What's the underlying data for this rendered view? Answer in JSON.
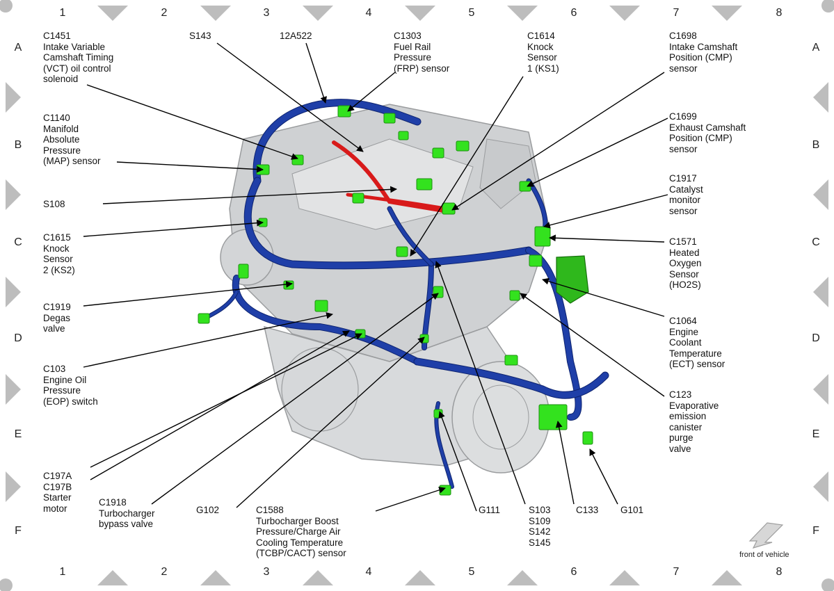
{
  "grid": {
    "columns": [
      "1",
      "2",
      "3",
      "4",
      "5",
      "6",
      "7",
      "8"
    ],
    "rows": [
      "A",
      "B",
      "C",
      "D",
      "E",
      "F"
    ]
  },
  "colors": {
    "harness": "#1f3fa8",
    "harness_dark": "#0e2470",
    "connector": "#33e21e",
    "red_harness": "#d81a1a",
    "engine": "#cfd1d3",
    "engine_dark": "#9a9c9e",
    "frame": "#bdbdbd",
    "leader": "#000000"
  },
  "labels": [
    {
      "id": "c1451",
      "text": "C1451\nIntake Variable\nCamshaft Timing\n(VCT) oil control\nsolenoid"
    },
    {
      "id": "s143",
      "text": "S143"
    },
    {
      "id": "12a522",
      "text": "12A522"
    },
    {
      "id": "c1303",
      "text": "C1303\nFuel Rail\nPressure\n(FRP) sensor"
    },
    {
      "id": "c1614",
      "text": "C1614\nKnock\nSensor\n1 (KS1)"
    },
    {
      "id": "c1698",
      "text": "C1698\nIntake Camshaft\nPosition (CMP)\nsensor"
    },
    {
      "id": "c1140",
      "text": "C1140\nManifold\nAbsolute\nPressure\n(MAP) sensor"
    },
    {
      "id": "c1699",
      "text": "C1699\nExhaust Camshaft\nPosition (CMP)\nsensor"
    },
    {
      "id": "c1917",
      "text": "C1917\nCatalyst\nmonitor\nsensor"
    },
    {
      "id": "s108",
      "text": "S108"
    },
    {
      "id": "c1615",
      "text": "C1615\nKnock\nSensor\n2 (KS2)"
    },
    {
      "id": "c1571",
      "text": "C1571\nHeated\nOxygen\nSensor\n(HO2S)"
    },
    {
      "id": "c1919",
      "text": "C1919\nDegas\nvalve"
    },
    {
      "id": "c1064",
      "text": "C1064\nEngine\nCoolant\nTemperature\n(ECT) sensor"
    },
    {
      "id": "c103",
      "text": "C103\nEngine Oil\nPressure\n(EOP) switch"
    },
    {
      "id": "c123",
      "text": "C123\nEvaporative\nemission\ncanister\npurge\nvalve"
    },
    {
      "id": "c197",
      "text": "C197A\nC197B\nStarter\nmotor"
    },
    {
      "id": "c1918",
      "text": "C1918\nTurbocharger\nbypass valve"
    },
    {
      "id": "g102",
      "text": "G102"
    },
    {
      "id": "c1588",
      "text": "C1588\nTurbocharger Boost\nPressure/Charge Air\nCooling Temperature\n(TCBP/CACT) sensor"
    },
    {
      "id": "g111",
      "text": "G111"
    },
    {
      "id": "s103",
      "text": "S103\nS109\nS142\nS145"
    },
    {
      "id": "c133",
      "text": "C133"
    },
    {
      "id": "g101",
      "text": "G101"
    }
  ],
  "front_of_vehicle": "front of vehicle"
}
